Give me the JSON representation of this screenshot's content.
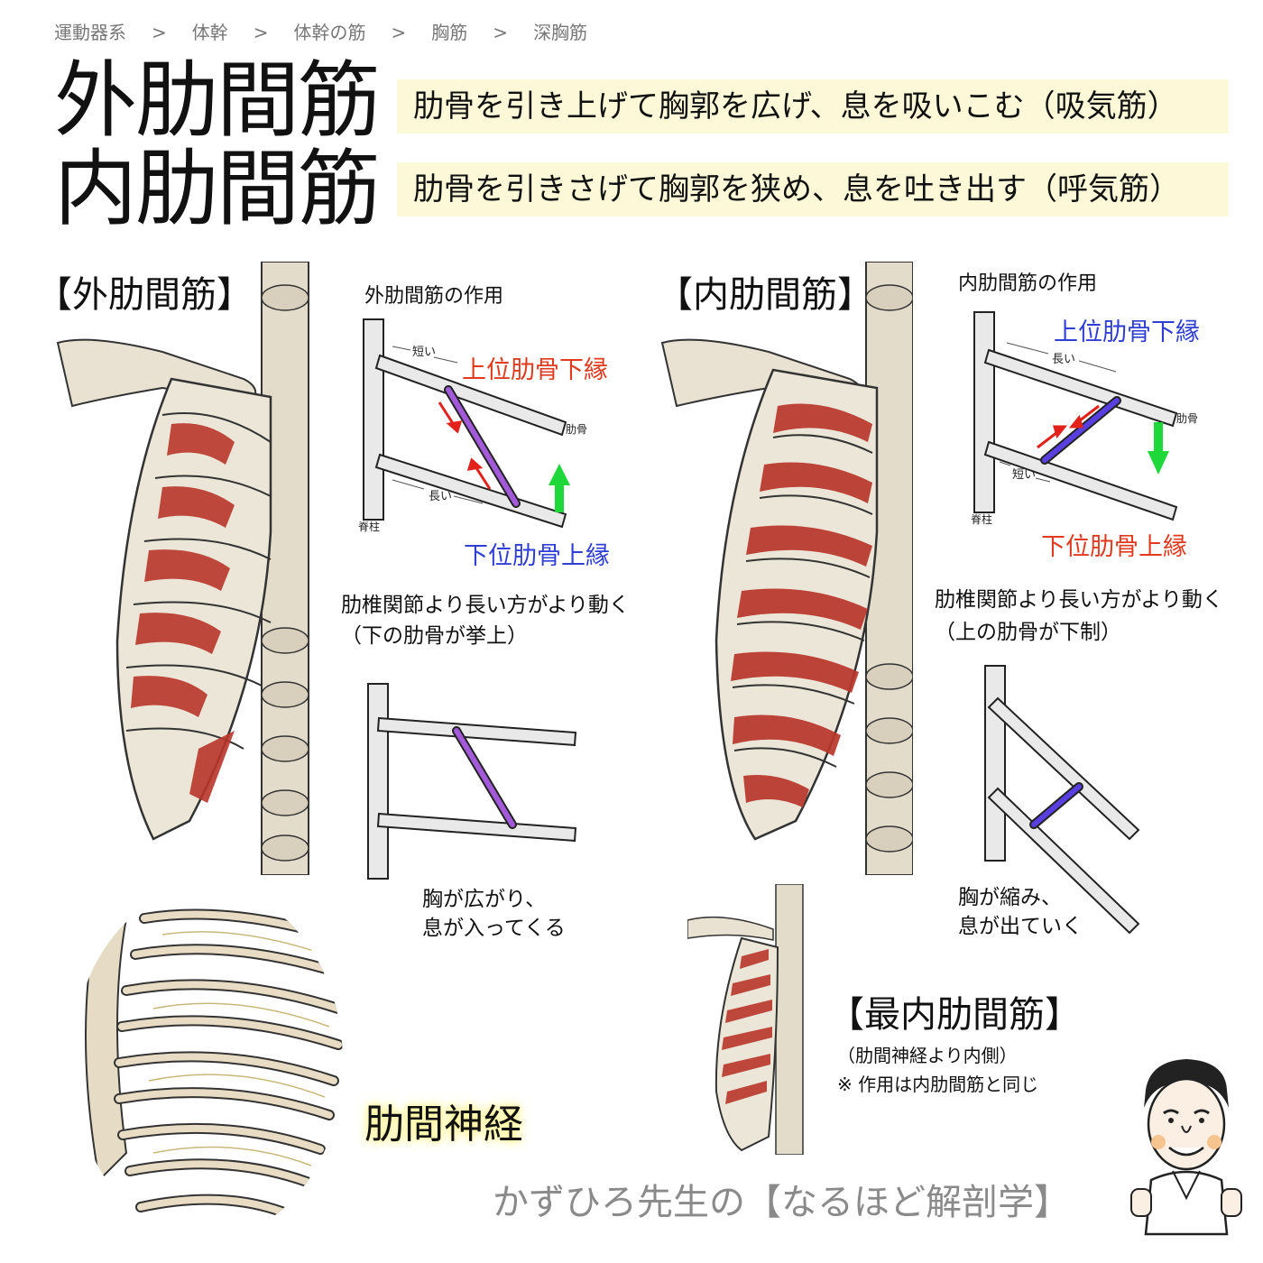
{
  "breadcrumb": {
    "items": [
      "運動器系",
      "体幹",
      "体幹の筋",
      "胸筋",
      "深胸筋"
    ],
    "separator": ">"
  },
  "titles": {
    "external": "外肋間筋",
    "internal": "内肋間筋"
  },
  "descriptions": {
    "external": "肋骨を引き上げて胸郭を広げ、息を吸いこむ（吸気筋）",
    "internal": "肋骨を引きさげて胸郭を狭め、息を吐き出す（呼気筋）"
  },
  "external_section": {
    "heading": "【外肋間筋】",
    "action_title": "外肋間筋の作用",
    "label_short": "短い",
    "label_long": "長い",
    "label_rib": "肋骨",
    "label_spine": "脊柱",
    "label_upper": "上位肋骨下縁",
    "label_lower": "下位肋骨上縁",
    "note_line1": "肋椎関節より長い方がより動く",
    "note_line2": "（下の肋骨が挙上）",
    "result_line1": "胸が広がり、",
    "result_line2": "息が入ってくる"
  },
  "internal_section": {
    "heading": "【内肋間筋】",
    "action_title": "内肋間筋の作用",
    "label_long": "長い",
    "label_short": "短い",
    "label_rib": "肋骨",
    "label_spine": "脊柱",
    "label_upper": "上位肋骨下縁",
    "label_lower": "下位肋骨上縁",
    "note_line1": "肋椎関節より長い方がより動く",
    "note_line2": "（上の肋骨が下制）",
    "result_line1": "胸が縮み、",
    "result_line2": "息が出ていく"
  },
  "innermost_section": {
    "heading": "【最内肋間筋】",
    "line1": "（肋間神経より内側）",
    "line2": "※ 作用は内肋間筋と同じ"
  },
  "nerve_label": "肋間神経",
  "footer": "かずひろ先生の【なるほど解剖学】",
  "colors": {
    "band": "#fdf9d8",
    "muscle": "#b9362a",
    "bone": "#e9e2d2",
    "muscle_bar_external": "#a25ad8",
    "muscle_bar_internal": "#5a3fe0",
    "label_red": "#e23a1f",
    "label_blue": "#2f3fd6",
    "arrow_green": "#1ed83a",
    "arrow_red": "#e2221a"
  }
}
